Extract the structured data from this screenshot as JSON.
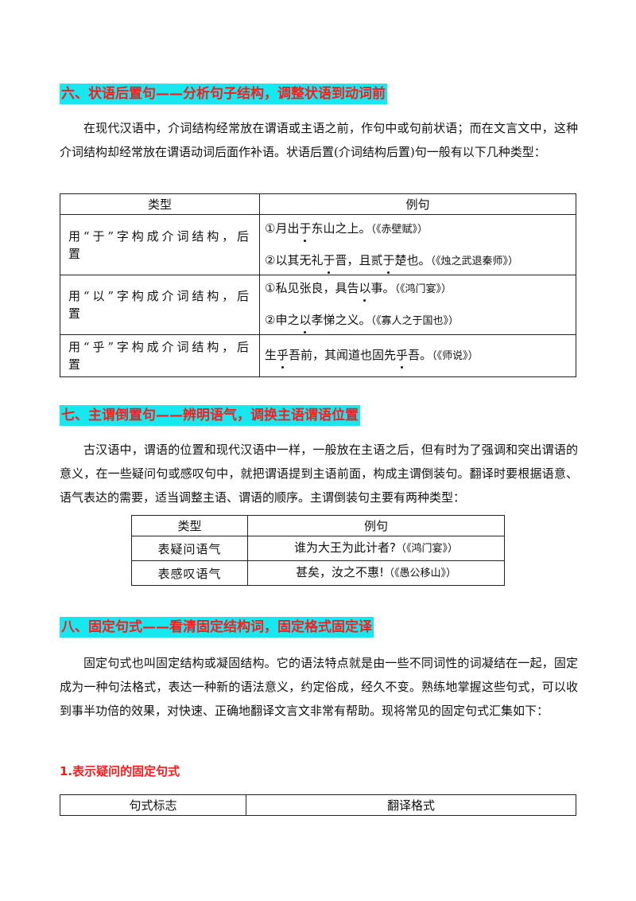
{
  "section6": {
    "heading": "六、状语后置句——分析句子结构，调整状语到动词前",
    "paragraph": "在现代汉语中，介词结构经常放在谓语或主语之前，作句中或句前状语；而在文言文中，这种介词结构却经常放在谓语动词后面作补语。状语后置(介词结构后置)句一般有以下几种类型：",
    "table": {
      "headers": [
        "类型",
        "例句"
      ],
      "rows": [
        {
          "type": "用“于”字构成介词结构，后置",
          "examples": [
            {
              "parts": [
                "①月出",
                "于",
                "东山之上。"
              ],
              "source": "（《赤壁赋》）"
            },
            {
              "parts": [
                "②以其无礼",
                "于",
                "晋，且贰",
                "于",
                "楚也。"
              ],
              "source": "（《烛之武退秦师》）"
            }
          ]
        },
        {
          "type": "用“以”字构成介词结构，后置",
          "examples": [
            {
              "parts": [
                "①私见张良，具告",
                "以",
                "事。"
              ],
              "source": "（《鸿门宴》）"
            },
            {
              "parts": [
                "②申之",
                "以",
                "孝悌之义。"
              ],
              "source": "（《寡人之于国也》）"
            }
          ]
        },
        {
          "type": "用“乎”字构成介词结构，后置",
          "examples": [
            {
              "parts": [
                "生",
                "乎",
                "吾前，其闻道也固先",
                "乎",
                "吾。"
              ],
              "source": "（《师说》）"
            }
          ]
        }
      ]
    }
  },
  "section7": {
    "heading": "七、主谓倒置句——辨明语气，调换主语谓语位置",
    "paragraph": "古汉语中，谓语的位置和现代汉语中一样，一般放在主语之后，但有时为了强调和突出谓语的意义，在一些疑问句或感叹句中，就把谓语提到主语前面，构成主谓倒装句。翻译时要根据语意、语气表达的需要，适当调整主语、谓语的顺序。主谓倒装句主要有两种类型：",
    "table": {
      "headers": [
        "类型",
        "例句"
      ],
      "rows": [
        {
          "type": "表疑问语气",
          "example": "谁为大王为此计者?",
          "source": "（《鸿门宴》）"
        },
        {
          "type": "表感叹语气",
          "example": "甚矣，汝之不惠!",
          "source": "（《愚公移山》）"
        }
      ]
    }
  },
  "section8": {
    "heading": "八、固定句式——看清固定结构词，固定格式固定译",
    "paragraph": "固定句式也叫固定结构或凝固结构。它的语法特点就是由一些不同词性的词凝结在一起，固定成为一种句法格式，表达一种新的语法意义，约定俗成，经久不变。熟练地掌握这些句式，可以收到事半功倍的效果，对快速、正确地翻译文言文非常有帮助。现将常见的固定句式汇集如下：",
    "subheading": "1.表示疑问的固定句式",
    "table": {
      "headers": [
        "句式标志",
        "翻译格式"
      ]
    }
  }
}
